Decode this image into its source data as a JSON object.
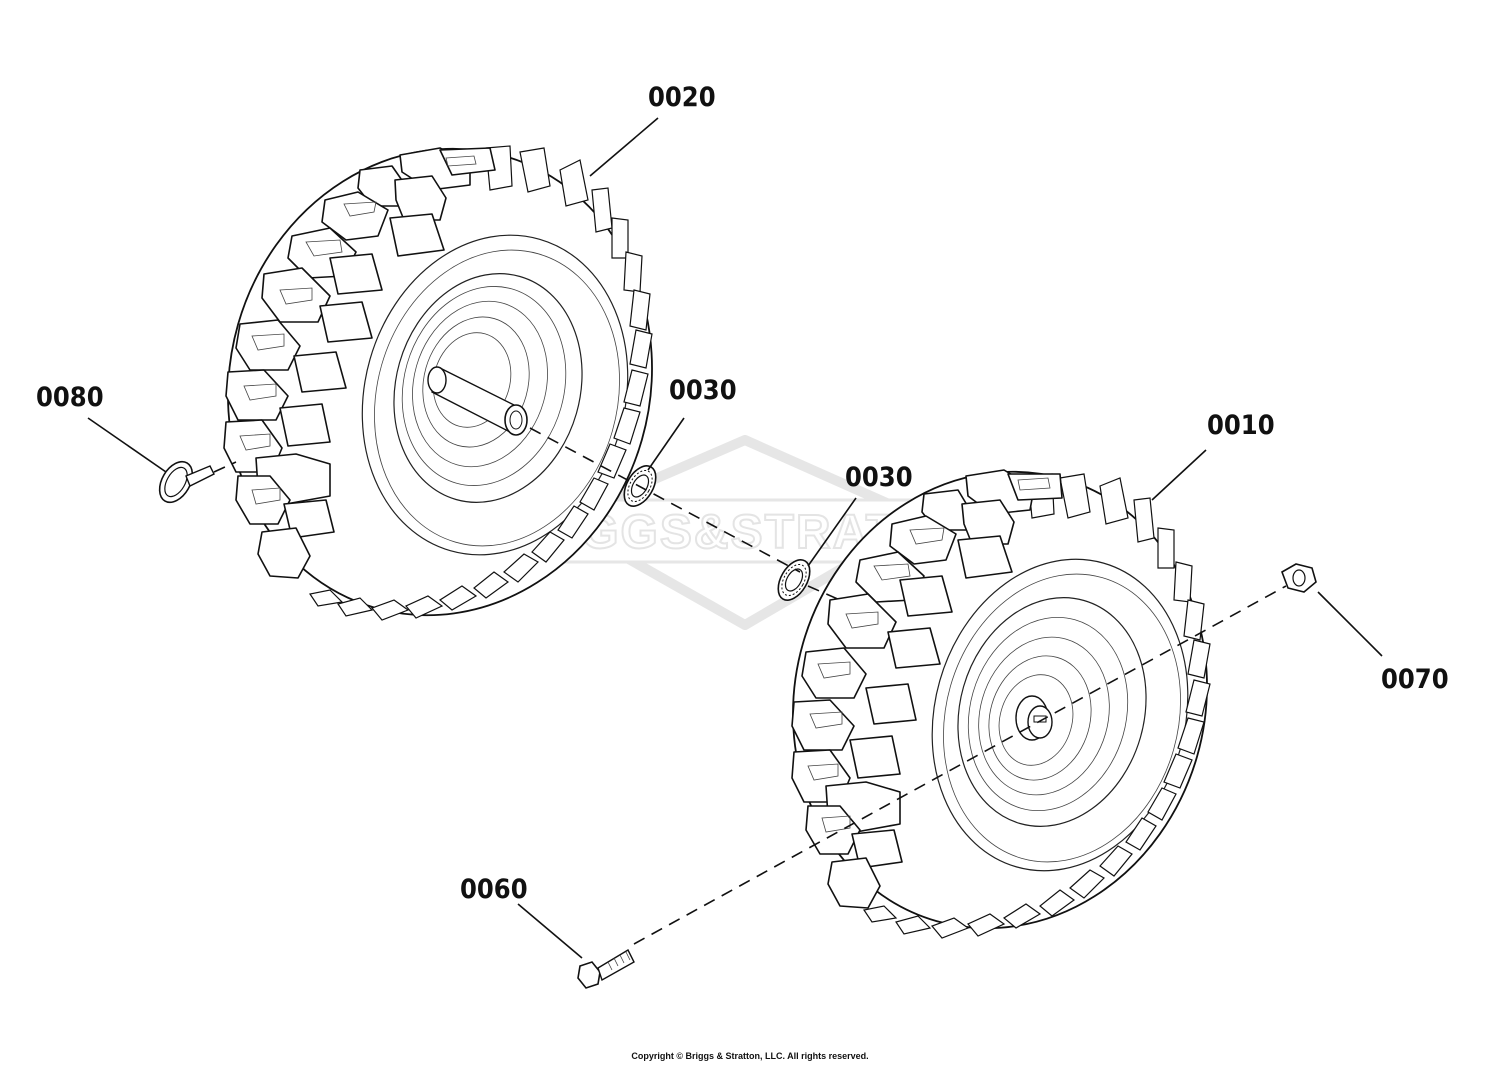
{
  "watermark": {
    "text": "BRIGGS & STRATTON"
  },
  "callouts": {
    "c0010": "0010",
    "c0020": "0020",
    "c0030a": "0030",
    "c0030b": "0030",
    "c0060": "0060",
    "c0070": "0070",
    "c0080": "0080"
  },
  "footer": {
    "copyright": "Copyright © Briggs & Stratton, LLC. All rights reserved."
  },
  "colors": {
    "ink": "#111111",
    "watermark": "#e2e2e2",
    "background": "#ffffff"
  }
}
